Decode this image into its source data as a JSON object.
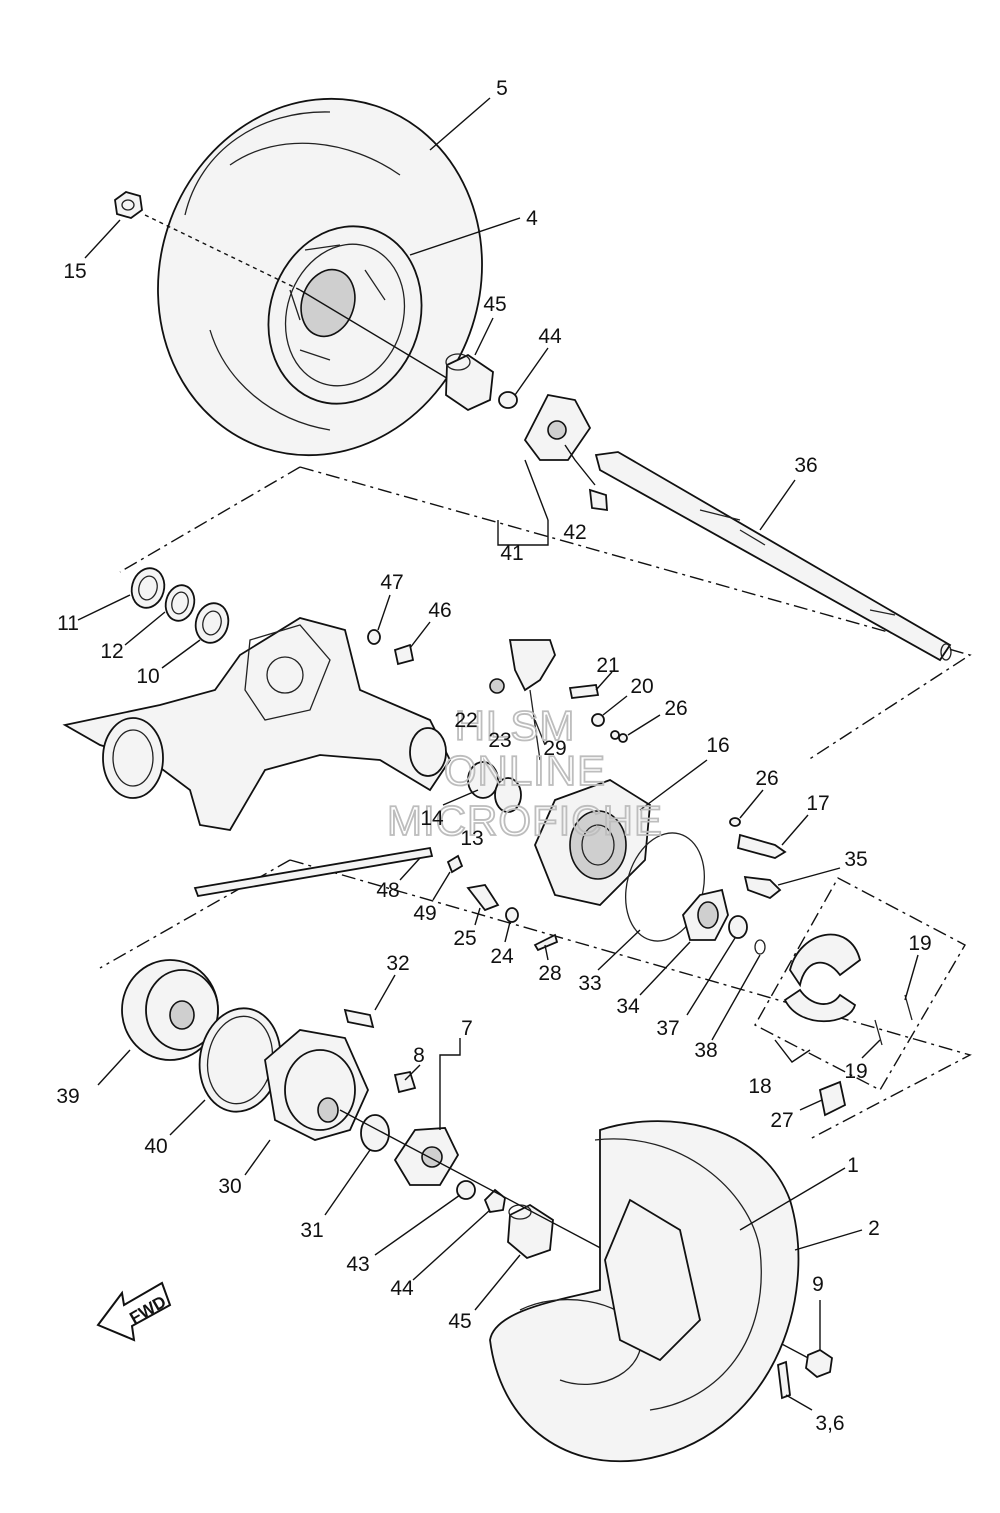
{
  "callouts": [
    {
      "id": "c5",
      "text": "5"
    },
    {
      "id": "c4",
      "text": "4"
    },
    {
      "id": "c15",
      "text": "15"
    },
    {
      "id": "c45a",
      "text": "45"
    },
    {
      "id": "c44a",
      "text": "44"
    },
    {
      "id": "c36",
      "text": "36"
    },
    {
      "id": "c42",
      "text": "42"
    },
    {
      "id": "c41",
      "text": "41"
    },
    {
      "id": "c11",
      "text": "11"
    },
    {
      "id": "c12",
      "text": "12"
    },
    {
      "id": "c10",
      "text": "10"
    },
    {
      "id": "c47",
      "text": "47"
    },
    {
      "id": "c46",
      "text": "46"
    },
    {
      "id": "c21",
      "text": "21"
    },
    {
      "id": "c20",
      "text": "20"
    },
    {
      "id": "c26a",
      "text": "26"
    },
    {
      "id": "c22",
      "text": "22"
    },
    {
      "id": "c23",
      "text": "23"
    },
    {
      "id": "c29",
      "text": "29"
    },
    {
      "id": "c16",
      "text": "16"
    },
    {
      "id": "c14",
      "text": "14"
    },
    {
      "id": "c13",
      "text": "13"
    },
    {
      "id": "c26b",
      "text": "26"
    },
    {
      "id": "c17",
      "text": "17"
    },
    {
      "id": "c35",
      "text": "35"
    },
    {
      "id": "c48",
      "text": "48"
    },
    {
      "id": "c49",
      "text": "49"
    },
    {
      "id": "c25",
      "text": "25"
    },
    {
      "id": "c24",
      "text": "24"
    },
    {
      "id": "c28",
      "text": "28"
    },
    {
      "id": "c33",
      "text": "33"
    },
    {
      "id": "c34",
      "text": "34"
    },
    {
      "id": "c37",
      "text": "37"
    },
    {
      "id": "c38",
      "text": "38"
    },
    {
      "id": "c19a",
      "text": "19"
    },
    {
      "id": "c19b",
      "text": "19"
    },
    {
      "id": "c18",
      "text": "18"
    },
    {
      "id": "c27",
      "text": "27"
    },
    {
      "id": "c32",
      "text": "32"
    },
    {
      "id": "c7",
      "text": "7"
    },
    {
      "id": "c8",
      "text": "8"
    },
    {
      "id": "c39",
      "text": "39"
    },
    {
      "id": "c40",
      "text": "40"
    },
    {
      "id": "c30",
      "text": "30"
    },
    {
      "id": "c31",
      "text": "31"
    },
    {
      "id": "c43",
      "text": "43"
    },
    {
      "id": "c44b",
      "text": "44"
    },
    {
      "id": "c45b",
      "text": "45"
    },
    {
      "id": "c1",
      "text": "1"
    },
    {
      "id": "c2",
      "text": "2"
    },
    {
      "id": "c9",
      "text": "9"
    },
    {
      "id": "c36b",
      "text": "3,6"
    }
  ],
  "watermark": {
    "line1": "HLSM",
    "line2": "ONLINE",
    "line3": "MICROFICHE"
  },
  "direction_arrow": {
    "label": "FWD",
    "icon": "fwd-arrow-icon"
  }
}
